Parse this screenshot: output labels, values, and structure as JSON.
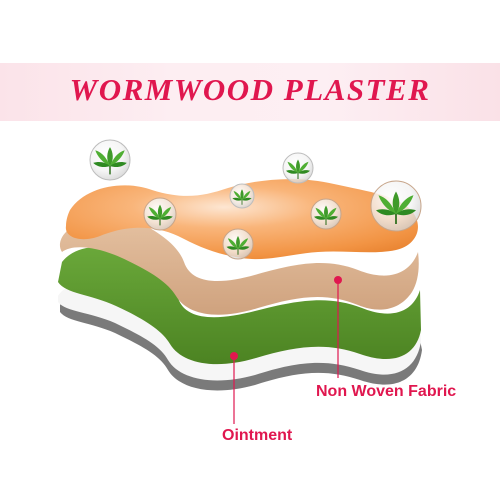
{
  "title": "WORMWOOD PLASTER",
  "labels": {
    "ointment": "Ointment",
    "non_woven_fabric": "Non Woven Fabric"
  },
  "colors": {
    "title": "#e0174f",
    "label": "#e0174f",
    "title_band": "#fce6ec",
    "orange_layer": "#f59a4c",
    "tan_layer": "#dcb592",
    "green_layer": "#5e9a2c",
    "white_layer": "#f6f6f6",
    "base_layer": "#7a7a7a"
  },
  "icons": [
    "herb-leaf-icon"
  ]
}
